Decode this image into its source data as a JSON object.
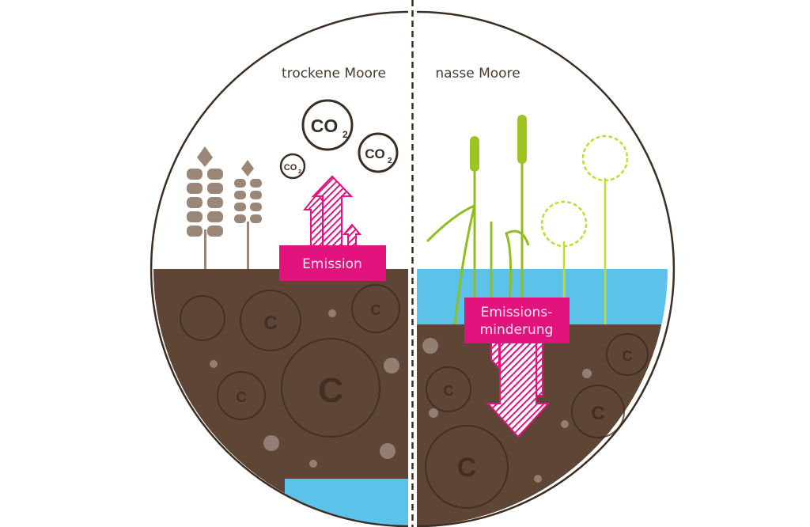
{
  "labels": {
    "dry": "trockene Moore",
    "wet": "nasse Moore"
  },
  "boxes": {
    "emission": "Emission",
    "reduction_line1": "Emissions-",
    "reduction_line2": "minderung"
  },
  "molecules": {
    "co": "CO",
    "sub": "2",
    "carbon": "C"
  },
  "colors": {
    "soil": "#5e4535",
    "water": "#5cc2e9",
    "magenta": "#e2137c",
    "plant_green": "#9cc523",
    "grain": "#9b8777",
    "outline": "#3d2e24"
  }
}
